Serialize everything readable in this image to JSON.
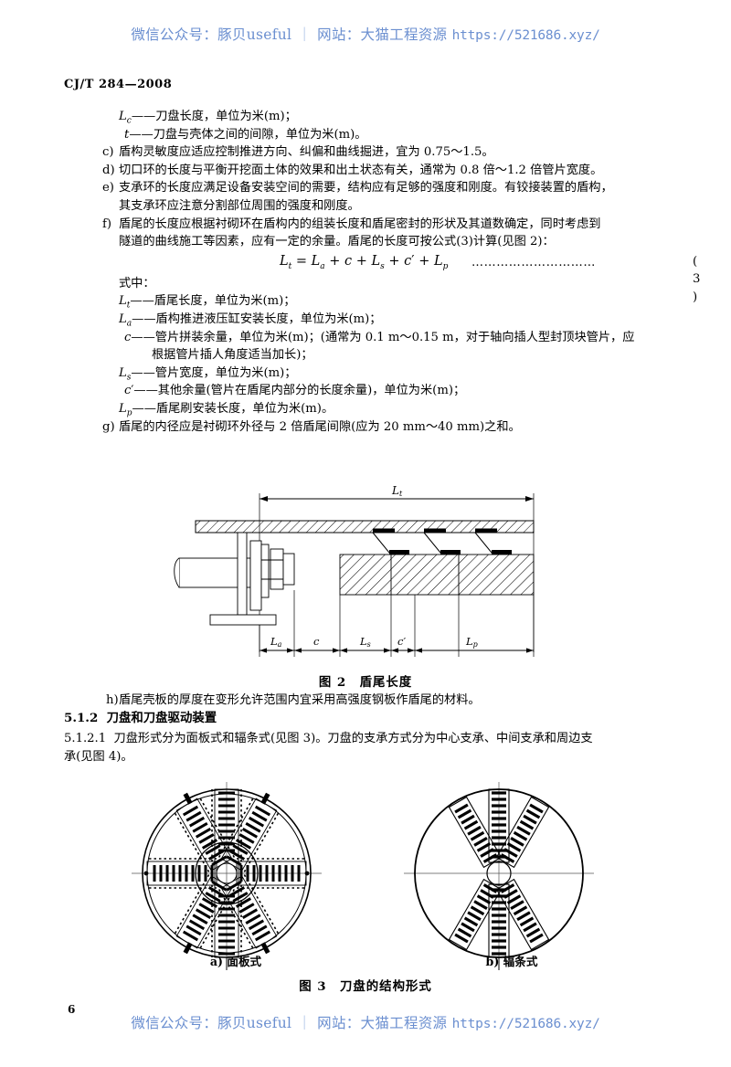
{
  "watermark": {
    "prefix": "微信公众号：豚贝useful",
    "separator": "｜",
    "site_label": "网站：大猫工程资源",
    "url": "https://521686.xyz/"
  },
  "header": {
    "standard_code": "CJ/T 284—2008"
  },
  "footer": {
    "page_number": "6"
  },
  "body": {
    "def_lc": "——刀盘长度，单位为米(m)；",
    "def_t": "——刀盘与壳体之间的间隙，单位为米(m)。",
    "item_c_marker": "c)",
    "item_c_text": "盾构灵敏度应适应控制推进方向、纠偏和曲线掘进，宜为 0.75～1.5。",
    "item_d_marker": "d)",
    "item_d_text": "切口环的长度与平衡开挖面土体的效果和出土状态有关，通常为 0.8 倍～1.2 倍管片宽度。",
    "item_e_marker": "e)",
    "item_e_line1": "支承环的长度应满足设备安装空间的需要，结构应有足够的强度和刚度。有铰接装置的盾构，",
    "item_e_line2": "其支承环应注意分割部位周围的强度和刚度。",
    "item_f_marker": "f)",
    "item_f_line1": "盾尾的长度应根据衬砌环在盾构内的组装长度和盾尾密封的形状及其道数确定，同时考虑到",
    "item_f_line2": "隧道的曲线施工等因素，应有一定的余量。盾尾的长度可按公式(3)计算(见图 2)：",
    "formula": "L_t = L_a + c + L_s + c′ + L_p",
    "formula_dots": "…………………………",
    "formula_number": "( 3 )",
    "where_label": "式中：",
    "def_lt": "——盾尾长度，单位为米(m)；",
    "def_la": "——盾构推进液压缸安装长度，单位为米(m)；",
    "def_c": "——管片拼装余量，单位为米(m)；(通常为 0.1 m～0.15 m，对于轴向插人型封顶块管片，应",
    "def_c_cont": "根据管片插人角度适当加长)；",
    "def_ls": "——管片宽度，单位为米(m)；",
    "def_cprime": "——其他余量(管片在盾尾内部分的长度余量)，单位为米(m)；",
    "def_lp": "——盾尾刷安装长度，单位为米(m)。",
    "item_g_marker": "g)",
    "item_g_text": "盾尾的内径应是衬砌环外径与 2 倍盾尾间隙(应为 20 mm～40 mm)之和。",
    "item_h_marker": "h)",
    "item_h_text": "盾尾壳板的厚度在变形允许范围内宜采用高强度钢板作盾尾的材料。",
    "clause_512_num": "5.1.2",
    "clause_512_title": "刀盘和刀盘驱动装置",
    "clause_5121_num": "5.1.2.1",
    "clause_5121_line1": "刀盘形式分为面板式和辐条式(见图 3)。刀盘的支承方式分为中心支承、中间支承和周边支",
    "clause_5121_line2": "承(见图 4)。"
  },
  "figure2": {
    "caption": "图 2　盾尾长度",
    "overall_dim": "L",
    "overall_dim_sub": "t",
    "dims": [
      {
        "label": "L",
        "sub": "a"
      },
      {
        "label": "c",
        "sub": ""
      },
      {
        "label": "L",
        "sub": "s"
      },
      {
        "label": "c′",
        "sub": ""
      },
      {
        "label": "L",
        "sub": "p"
      }
    ]
  },
  "figure3": {
    "caption": "图 3　刀盘的结构形式",
    "sub_a": "a) 面板式",
    "sub_b": "b) 辐条式"
  },
  "colors": {
    "watermark_blue": "#6b8fd0",
    "text_black": "#000000",
    "page_background": "#ffffff"
  }
}
